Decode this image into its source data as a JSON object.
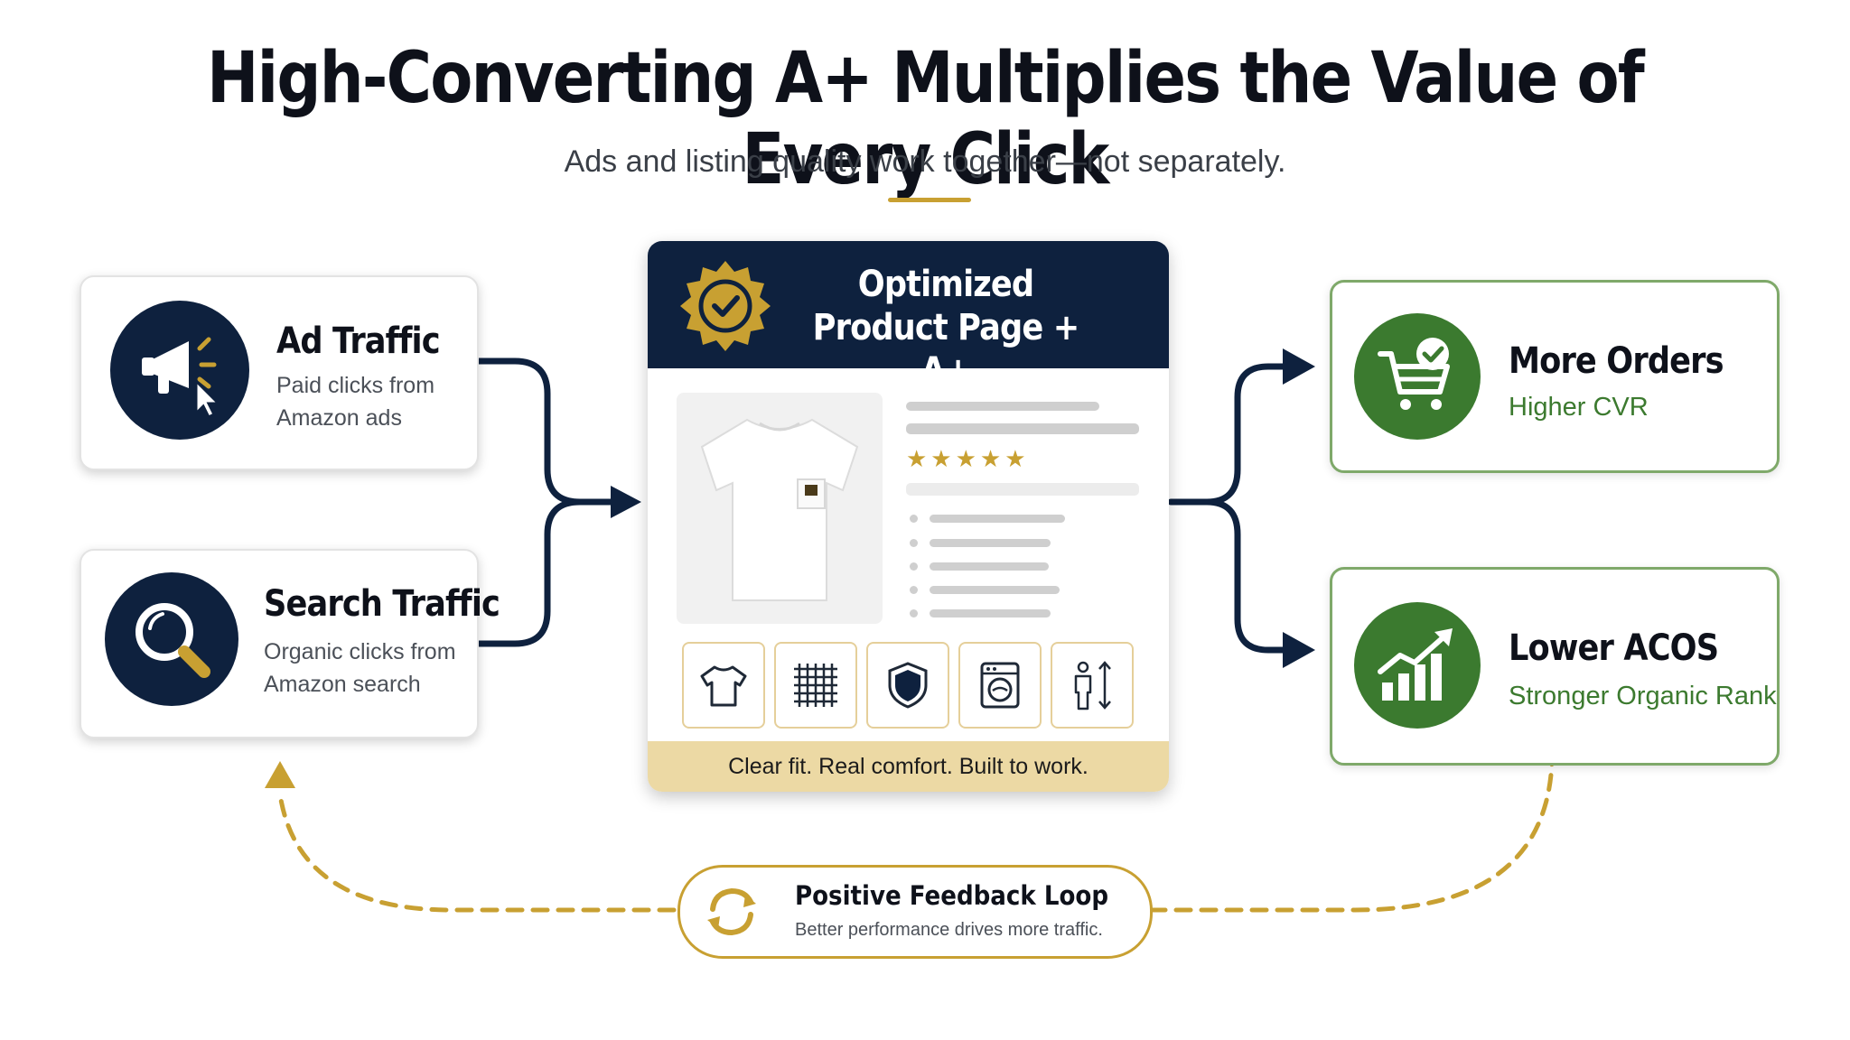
{
  "header": {
    "title": "High-Converting A+ Multiplies the Value of Every Click",
    "subtitle": "Ads and listing quality work together—not separately."
  },
  "sources": [
    {
      "title": "Ad Traffic",
      "desc_line1": "Paid clicks from",
      "desc_line2": "Amazon ads",
      "icon": "megaphone-icon"
    },
    {
      "title": "Search Traffic",
      "desc_line1": "Organic clicks from",
      "desc_line2": "Amazon search",
      "icon": "magnifier-icon"
    }
  ],
  "product_page": {
    "title_line1": "Optimized",
    "title_line2": "Product Page + A+",
    "rating_stars": 5,
    "tagline": "Clear fit. Real comfort. Built to work.",
    "feature_icons": [
      "tshirt-icon",
      "fabric-grid-icon",
      "shield-icon",
      "washing-machine-icon",
      "size-height-icon"
    ]
  },
  "outcomes": [
    {
      "title": "More Orders",
      "subtitle": "Higher CVR",
      "icon": "cart-check-icon"
    },
    {
      "title": "Lower ACOS",
      "subtitle": "Stronger Organic Rank",
      "icon": "growth-chart-icon"
    }
  ],
  "feedback_loop": {
    "title": "Positive Feedback Loop",
    "desc": "Better performance drives more traffic.",
    "icon": "refresh-cycle-icon"
  },
  "colors": {
    "navy": "#0e213e",
    "gold": "#c8a032",
    "green": "#3b7a2f",
    "light_gold": "#ecd9a4"
  }
}
